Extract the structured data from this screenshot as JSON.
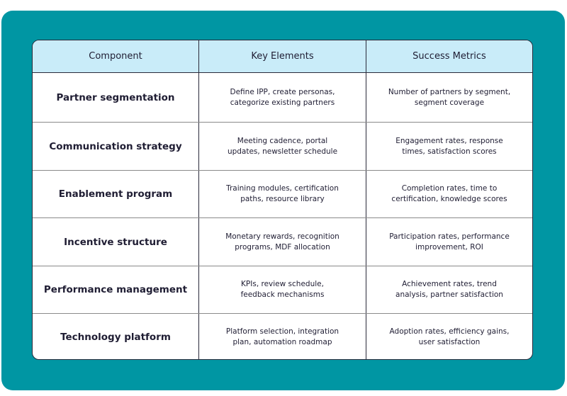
{
  "table": {
    "headers": [
      "Component",
      "Key Elements",
      "Success Metrics"
    ],
    "rows": [
      {
        "component": "Partner segmentation",
        "key_elements": "Define IPP, create personas,\ncategorize existing partners",
        "success_metrics": "Number of partners by segment,\nsegment coverage"
      },
      {
        "component": "Communication strategy",
        "key_elements": "Meeting cadence, portal\nupdates, newsletter schedule",
        "success_metrics": "Engagement rates, response\ntimes, satisfaction scores"
      },
      {
        "component": "Enablement program",
        "key_elements": "Training modules, certification\npaths, resource library",
        "success_metrics": "Completion rates, time to\ncertification, knowledge scores"
      },
      {
        "component": "Incentive structure",
        "key_elements": "Monetary rewards, recognition\nprograms, MDF allocation",
        "success_metrics": "Participation rates, performance\nimprovement, ROI"
      },
      {
        "component": "Performance management",
        "key_elements": "KPIs, review schedule,\nfeedback mechanisms",
        "success_metrics": "Achievement rates, trend\nanalysis, partner satisfaction"
      },
      {
        "component": "Technology platform",
        "key_elements": "Platform selection, integration\nplan, automation roadmap",
        "success_metrics": "Adoption rates, efficiency gains,\nuser satisfaction"
      }
    ]
  },
  "colors": {
    "panel": "#0096a3",
    "header_bg": "#c9ecf9",
    "text": "#1f1d33"
  }
}
